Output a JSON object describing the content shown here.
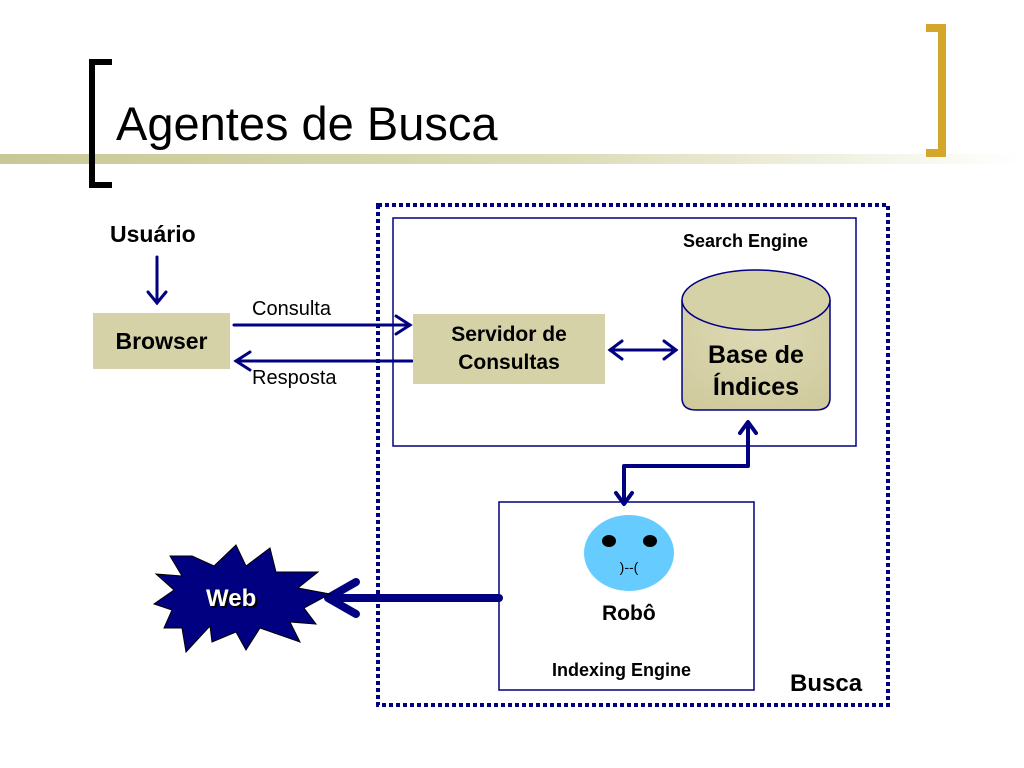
{
  "slide": {
    "title": "Agentes de Busca",
    "accent_color": "#d4a62a",
    "rule_color": "#c8c896"
  },
  "diagram": {
    "user_label": "Usuário",
    "browser_label": "Browser",
    "query_label": "Consulta",
    "response_label": "Resposta",
    "query_server_label": "Servidor de\nConsultas",
    "index_db_label": "Base de\nÍndices",
    "search_engine_label": "Search Engine",
    "robot_face": ")--(",
    "robot_label": "Robô",
    "indexing_engine_label": "Indexing Engine",
    "system_label": "Busca",
    "web_label": "Web",
    "arrow_color": "#000080",
    "box_fill": "#d6d2a8",
    "robot_fill": "#66ccff"
  }
}
